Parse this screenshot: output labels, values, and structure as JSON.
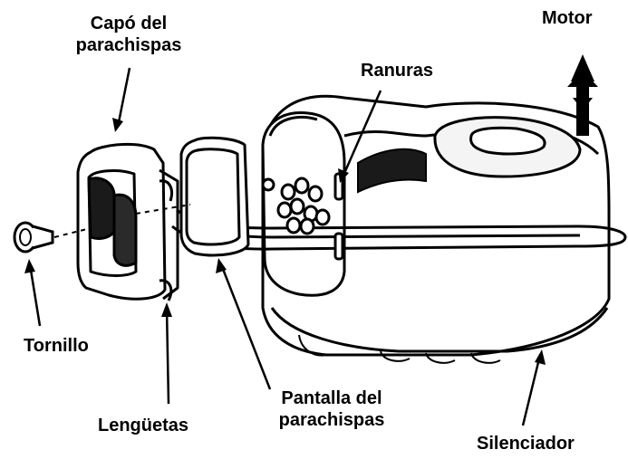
{
  "labels": {
    "spark_cover_line1": "Capó del",
    "spark_cover_line2": "parachispas",
    "slots": "Ranuras",
    "engine": "Motor",
    "screw": "Tornillo",
    "tabs": "Lengüetas",
    "screen_line1": "Pantalla del",
    "screen_line2": "parachispas",
    "muffler": "Silenciador"
  }
}
